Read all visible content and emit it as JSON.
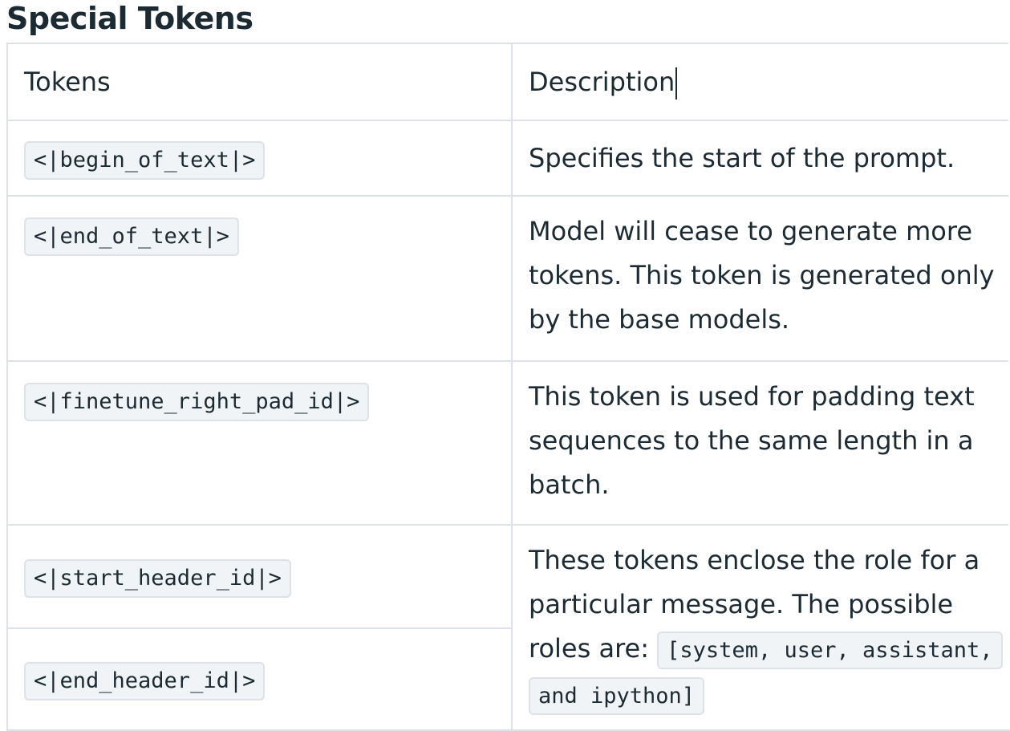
{
  "page": {
    "title": "Special Tokens"
  },
  "table": {
    "headers": {
      "tokens": "Tokens",
      "description": "Description"
    },
    "rows": [
      {
        "token": "<|begin_of_text|>",
        "description": "Specifies the start of the prompt."
      },
      {
        "token": "<|end_of_text|>",
        "description": "Model will cease to generate more tokens. This token is generated only by the base models."
      },
      {
        "token": "<|finetune_right_pad_id|>",
        "description": "This token is used for padding text sequences to the same length in a batch."
      },
      {
        "token": "<|start_header_id|>",
        "token_2": "<|end_header_id|>",
        "description": "These tokens enclose the role for a particular message. The possible roles are: ",
        "description_code": "[system, user, assistant, and ipython]"
      }
    ]
  },
  "colors": {
    "text": "#1c2b33",
    "border": "#dde2e8",
    "code_background": "#f1f4f7"
  }
}
